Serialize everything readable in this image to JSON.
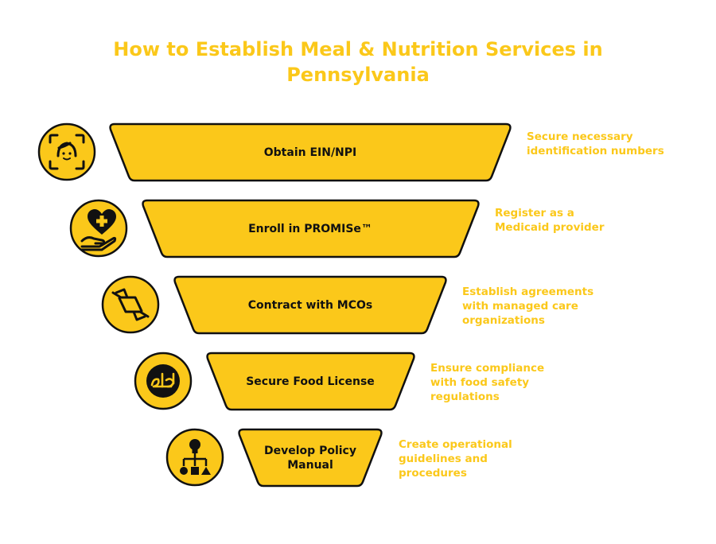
{
  "title_lines": [
    "How to Establish Meal & Nutrition Services in",
    "Pennsylvania"
  ],
  "colors": {
    "accent": "#FBC81A",
    "outline": "#111111",
    "text": "#111111",
    "background": "#FFFFFF"
  },
  "steps": [
    {
      "label_lines": [
        "Obtain EIN/NPI"
      ],
      "description_lines": [
        "Secure necessary",
        "identification numbers"
      ],
      "icon": "face-scan-icon"
    },
    {
      "label_lines": [
        "Enroll in PROMISe™"
      ],
      "description_lines": [
        "Register as a",
        "Medicaid provider"
      ],
      "icon": "heart-hand-icon"
    },
    {
      "label_lines": [
        "Contract with MCOs"
      ],
      "description_lines": [
        "Establish agreements",
        "with managed care",
        "organizations"
      ],
      "icon": "handshake-contract-icon"
    },
    {
      "label_lines": [
        "Secure Food License"
      ],
      "description_lines": [
        "Ensure compliance",
        "with food safety",
        "regulations"
      ],
      "icon": "halal-icon"
    },
    {
      "label_lines": [
        "Develop Policy",
        "Manual"
      ],
      "description_lines": [
        "Create operational",
        "guidelines and",
        "procedures"
      ],
      "icon": "flowchart-icon"
    }
  ]
}
